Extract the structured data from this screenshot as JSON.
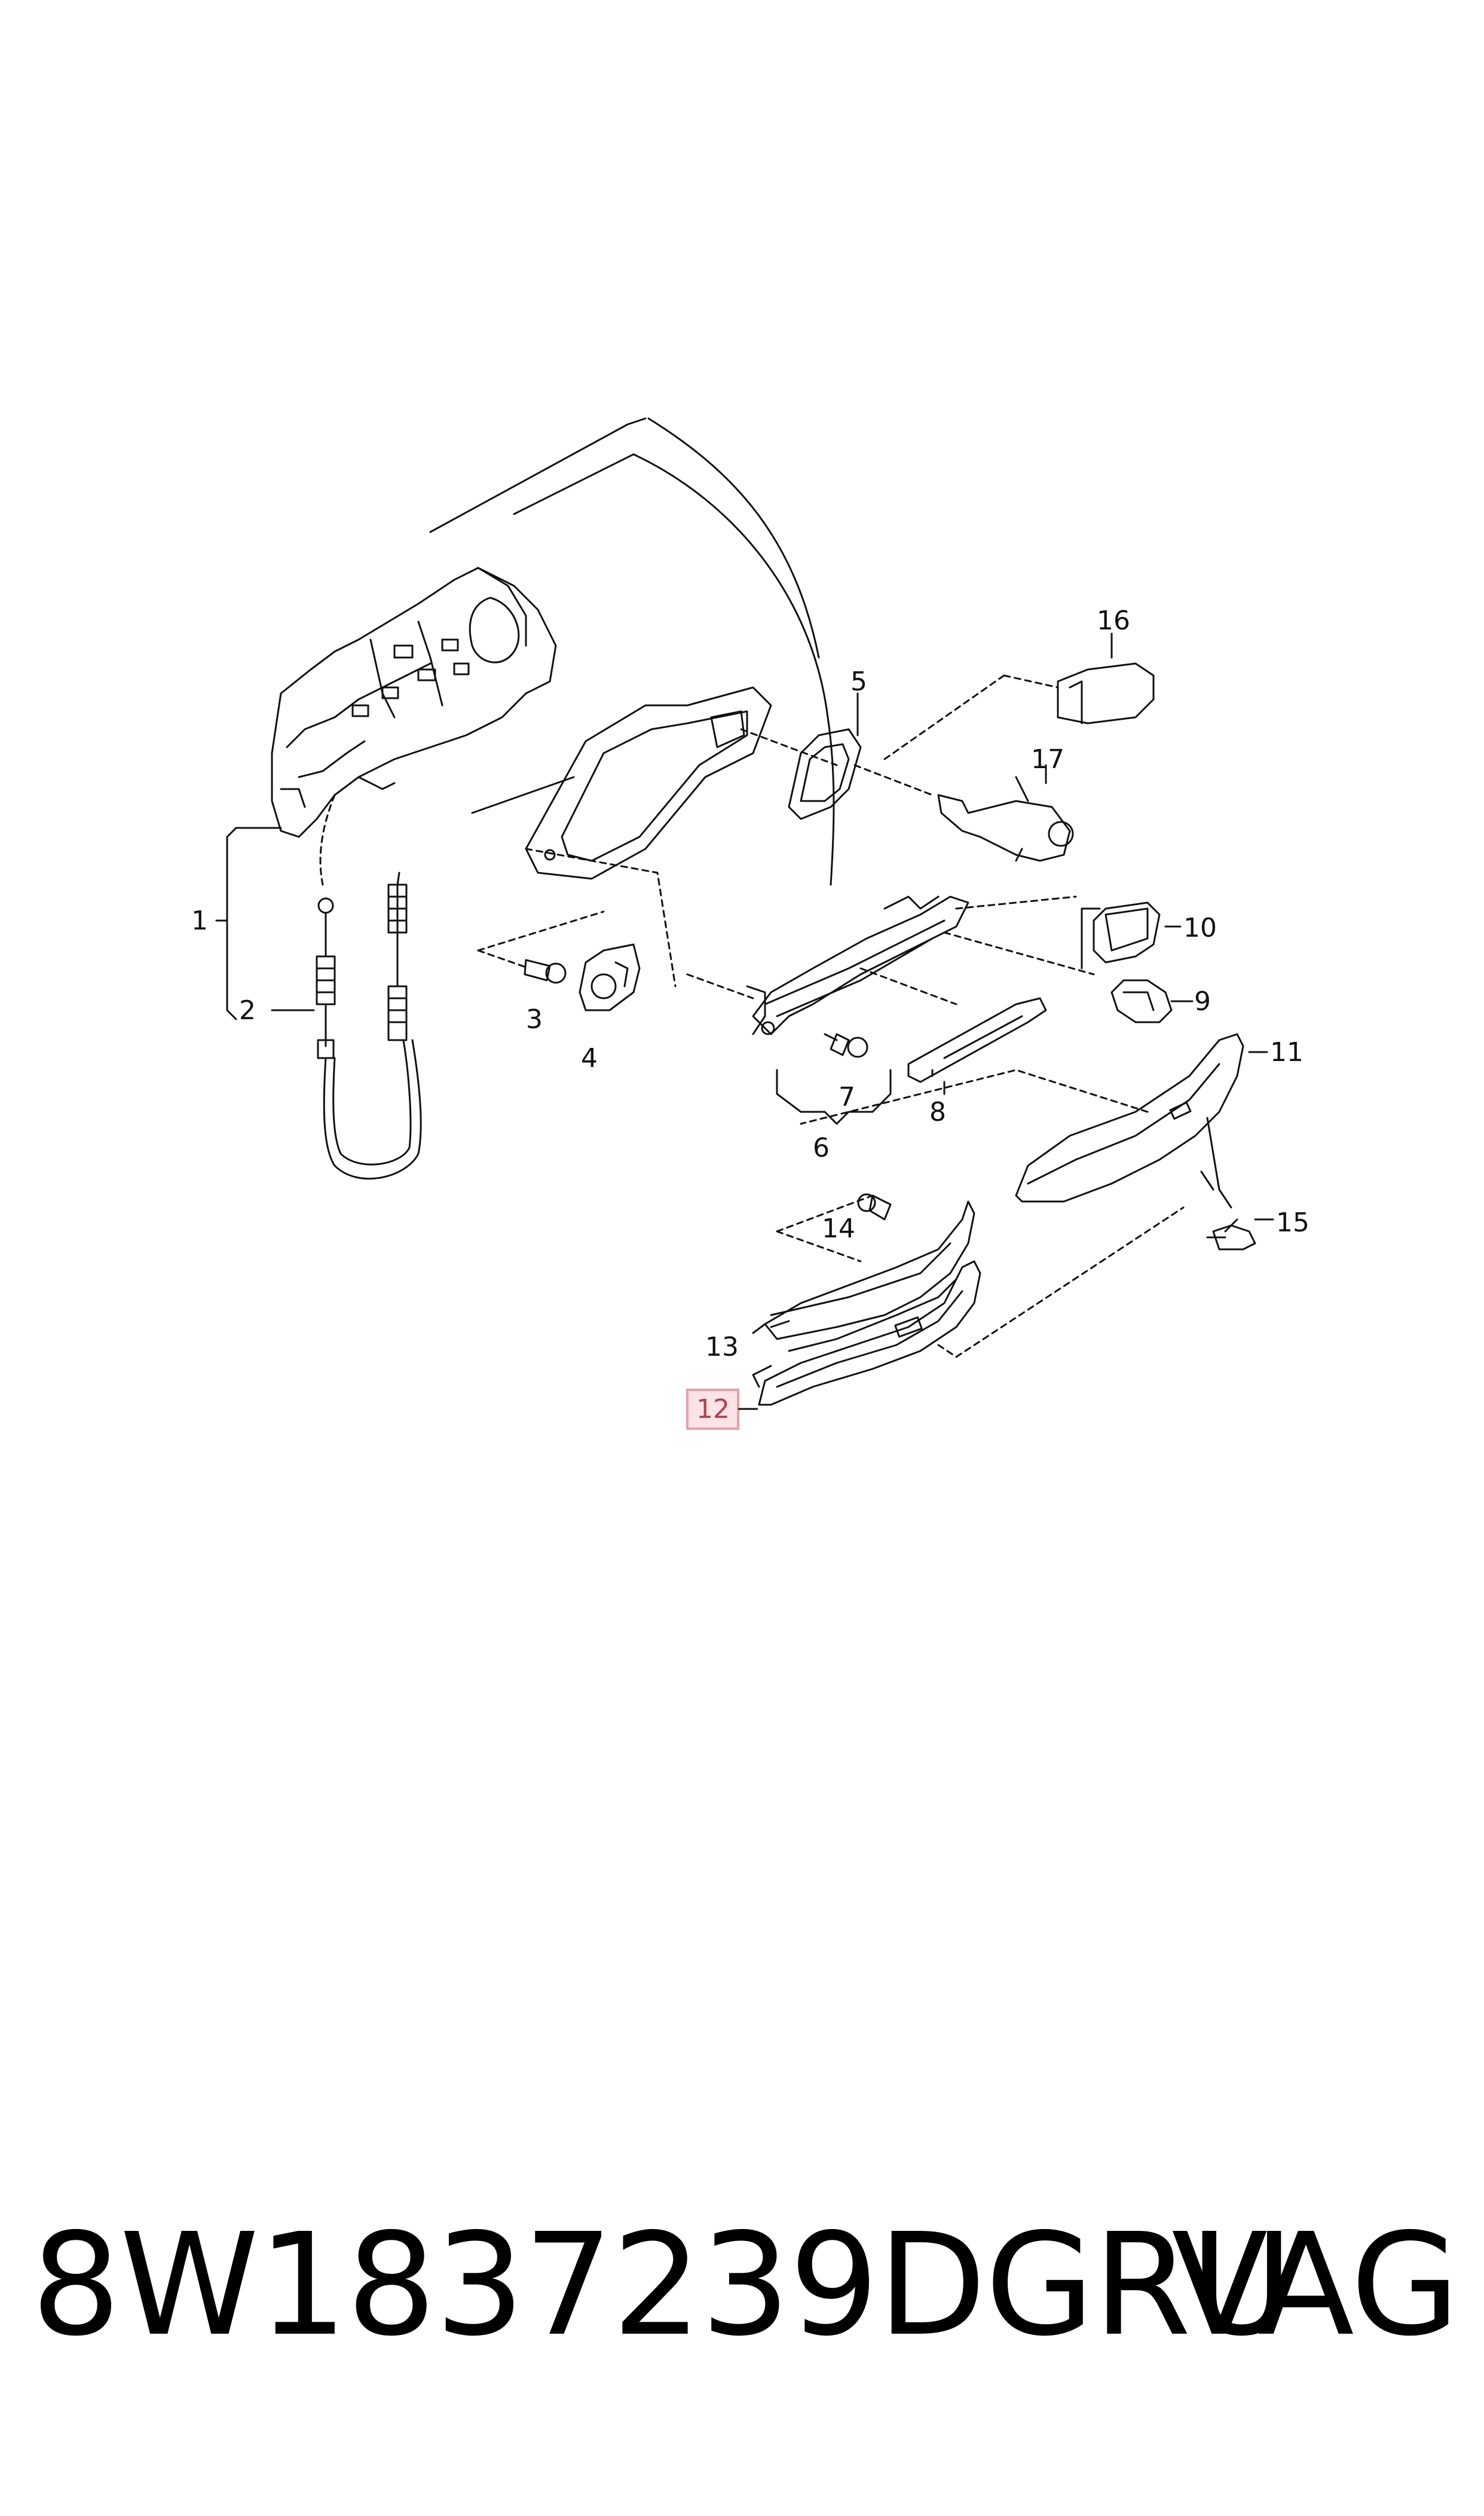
{
  "diagram": {
    "callouts": {
      "c1": "1",
      "c2": "2",
      "c3": "3",
      "c4": "4",
      "c5": "5",
      "c6": "6",
      "c7": "7",
      "c8": "8",
      "c9": "9",
      "c10": "10",
      "c11": "11",
      "c12": "12",
      "c13": "13",
      "c14": "14",
      "c15": "15",
      "c16": "16",
      "c17": "17"
    },
    "highlighted_callout": "12",
    "highlight_color": "#e8a0a8",
    "highlight_fill": "#fbe3e6",
    "line_color": "#111111"
  },
  "footer": {
    "part_number": "8W1837239DGRU",
    "brand": "VAG"
  }
}
